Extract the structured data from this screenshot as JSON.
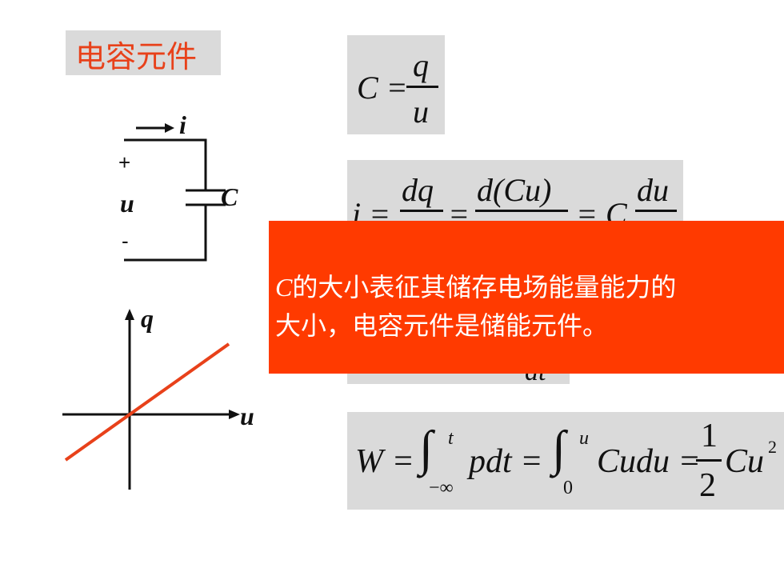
{
  "title": "电容元件",
  "circuit": {
    "current_label": "i",
    "plus": "+",
    "voltage_label": "u",
    "minus": "-",
    "cap_label": "C"
  },
  "graph": {
    "y_label": "q",
    "x_label": "u"
  },
  "formula1": {
    "lhs": "C =",
    "num": "q",
    "den": "u"
  },
  "formula2": {
    "lhs": "i =",
    "f1_num": "dq",
    "eq1": "=",
    "f2_num": "d(Cu)",
    "eq2": "= C",
    "f3_num": "du"
  },
  "formula3": {
    "partial": "dt"
  },
  "formula4": {
    "w": "W =",
    "int_sign": "∫",
    "upper1": "t",
    "lower1": "−∞",
    "body1": "pdt =",
    "upper2": "u",
    "lower2": "0",
    "body2": "Cudu =",
    "num": "1",
    "den": "2",
    "body3": "Cu",
    "sup": "2"
  },
  "callout": {
    "italic_c": "C",
    "line1_rest": "的大小表征其储存电场能量能力的",
    "line2": "大小，电容元件是储能元件。"
  },
  "colors": {
    "accent": "#e8411a",
    "callout_bg": "#ff3a00",
    "formula_bg": "#dadada"
  }
}
